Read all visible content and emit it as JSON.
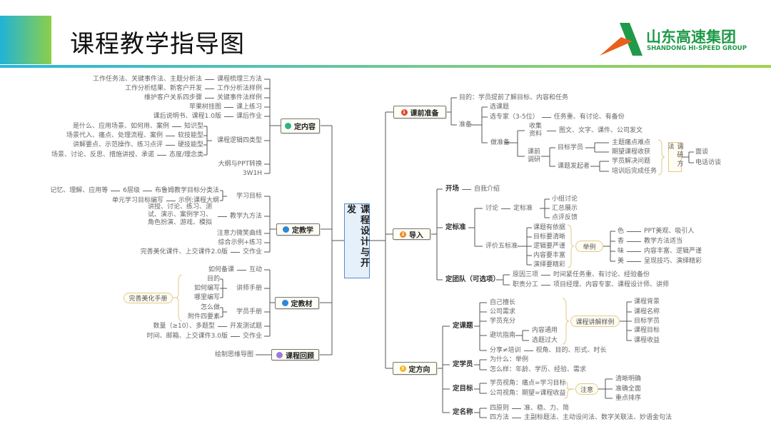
{
  "header": {
    "title": "课程教学指导图",
    "logo_cn": "山东高速集团",
    "logo_en": "SHANDONG HI-SPEED GROUP"
  },
  "center": "课程设计与开发",
  "left": {
    "content": {
      "label": "定内容",
      "color": "#2db38a",
      "rows": [
        {
          "detail": "工作任务法、关键事件法、主题分析法",
          "item": "课程梳理三方法"
        },
        {
          "detail": "工作分析结果、新客户开发",
          "item": "工作分析法样例"
        },
        {
          "detail": "维护客户关系四步骤",
          "item": "关键事件法样例"
        },
        {
          "detail": "苹果树挂图",
          "item": "课上练习"
        },
        {
          "detail": "课后说明书、课程1.0版",
          "item": "课后作业"
        }
      ],
      "logic": {
        "item": "课程逻辑四类型",
        "subs": [
          {
            "detail": "是什么、应用场景、如何用、案例",
            "item": "知识型"
          },
          {
            "detail": "场景代入、痛点、处理流程、案例",
            "item": "软技能型"
          },
          {
            "detail": "讲解要点、示范操作、练习点评",
            "item": "硬技能型"
          },
          {
            "detail": "场景、讨论、反思、措施讲授、承诺",
            "item": "态度/理念类"
          }
        ]
      },
      "tail": [
        "大纲与PPT转换",
        "3W1H"
      ]
    },
    "teaching": {
      "label": "定教学",
      "color": "#2e86de",
      "goal": {
        "item": "学习目标",
        "subs": [
          {
            "a": "记忆、理解、应用等",
            "b": "6层级",
            "c": "布鲁姆教学目标分类法"
          },
          {
            "b": "单元学习目标编写",
            "c": "示例:课程大纲"
          }
        ]
      },
      "methods": {
        "detail": [
          "讲授、讨论、练习、测",
          "试、演示、案例学习、",
          "角色扮演、游戏、模拟"
        ],
        "item": "教学九方法"
      },
      "tail": [
        "注意力微笑曲线",
        "综合示例+练习"
      ],
      "homework": {
        "detail": "完善美化课件、上交课件2.0版",
        "item": "交作业"
      }
    },
    "materials": {
      "label": "定教材",
      "color": "#2e86de",
      "prep": {
        "detail": "如何备课",
        "item": "互动"
      },
      "teacher": {
        "item": "讲师手册",
        "subs": [
          "目的",
          "如何编写",
          "哪里编写"
        ]
      },
      "student": {
        "item": "学员手册",
        "subs": [
          "怎么做",
          "附件四要素"
        ]
      },
      "polish": "完善美化手册",
      "test": {
        "detail": "数量（≥10）、多题型",
        "item": "开发测试题"
      },
      "homework": {
        "detail": "时间、邮箱、上交课件3.0版",
        "item": "交作业"
      }
    },
    "review": {
      "label": "课程回顾",
      "color": "#9b7be0",
      "detail": "绘制思维导图"
    }
  },
  "right": {
    "prep": {
      "label": "课前准备",
      "badge": "1",
      "color": "#e0432b",
      "purpose": "目的：学员提前了解目标、内容和任务",
      "ready": "准备",
      "select_topic": "选课题",
      "experts": {
        "item": "选专家（3-5位）",
        "detail": "任务重、有讨论、有备份"
      },
      "do_prep": "做准备",
      "collect": {
        "item": "收集资料",
        "detail": "图文、文字、课件、公司发文"
      },
      "research": {
        "item": "课前调研",
        "target": {
          "item": "目标学员",
          "subs": [
            "主题痛点难点",
            "期望课程收获"
          ]
        },
        "sponsor": {
          "item": "课题发起者",
          "subs": [
            "学员解决问题",
            "培训后完成任务"
          ]
        },
        "methods_label": "调研方法",
        "methods": [
          "面谈",
          "电话访谈"
        ]
      }
    },
    "intro": {
      "label": "导入",
      "badge": "2",
      "color": "#f08a24",
      "opening": {
        "item": "开场",
        "detail": "自我介绍"
      },
      "standard": {
        "item": "定标准",
        "discuss": {
          "item": "讨论",
          "mid": "定标准",
          "subs": [
            "小组讨论",
            "汇总展示",
            "点评反馈"
          ]
        },
        "five": {
          "item": "评价五标准",
          "subs": [
            "课题有依据",
            "目标要清晰",
            "逻辑要严谨",
            "内容要丰富",
            "演绎要精彩"
          ]
        },
        "example": {
          "label": "举例",
          "rows": [
            {
              "k": "色",
              "v": "PPT美观、吸引人"
            },
            {
              "k": "香",
              "v": "教学方法适当"
            },
            {
              "k": "味",
              "v": "内容丰富、逻辑严谨"
            },
            {
              "k": "美",
              "v": "呈现技巧、演绎精彩"
            }
          ]
        }
      },
      "team": {
        "item": "定团队（可选项）",
        "rows": [
          {
            "k": "原因三项",
            "v": "时间紧任务重、有讨论、经验备份"
          },
          {
            "k": "职责分工",
            "v": "项目经理、内容专家、课程设计师、讲师"
          }
        ]
      }
    },
    "direction": {
      "label": "定方向",
      "badge": "3",
      "color": "#f2b61e",
      "topic": {
        "item": "定课题",
        "subs": [
          "自己擅长",
          "公司需求",
          "学员充分"
        ],
        "avoid": {
          "item": "避坑指南",
          "subs": [
            "内容通用",
            "选题过大"
          ]
        },
        "share": {
          "item": "分享≠培训",
          "detail": "视角、目的、形式、时长"
        },
        "sample": {
          "label": "课程讲解样例",
          "subs": [
            "课程背景",
            "课程名称",
            "目标学员",
            "课程目标",
            "课程收益"
          ]
        }
      },
      "learners": {
        "item": "定学员",
        "subs": [
          "为什么：举例",
          "怎么样：年龄、学历、经验、需求"
        ]
      },
      "goal": {
        "item": "定目标",
        "subs": [
          "学员视角：痛点=学习目标",
          "公司视角：期望=课程收益"
        ],
        "note": {
          "label": "注意",
          "subs": [
            "清晰明确",
            "准确全面",
            "重点排序"
          ]
        }
      },
      "name": {
        "item": "定名称",
        "rows": [
          {
            "k": "四原则",
            "v": "准、稳、力、简"
          },
          {
            "k": "四方法",
            "v": "主副标题法、主动设问法、数字关联法、妙语金句法"
          }
        ]
      }
    }
  }
}
